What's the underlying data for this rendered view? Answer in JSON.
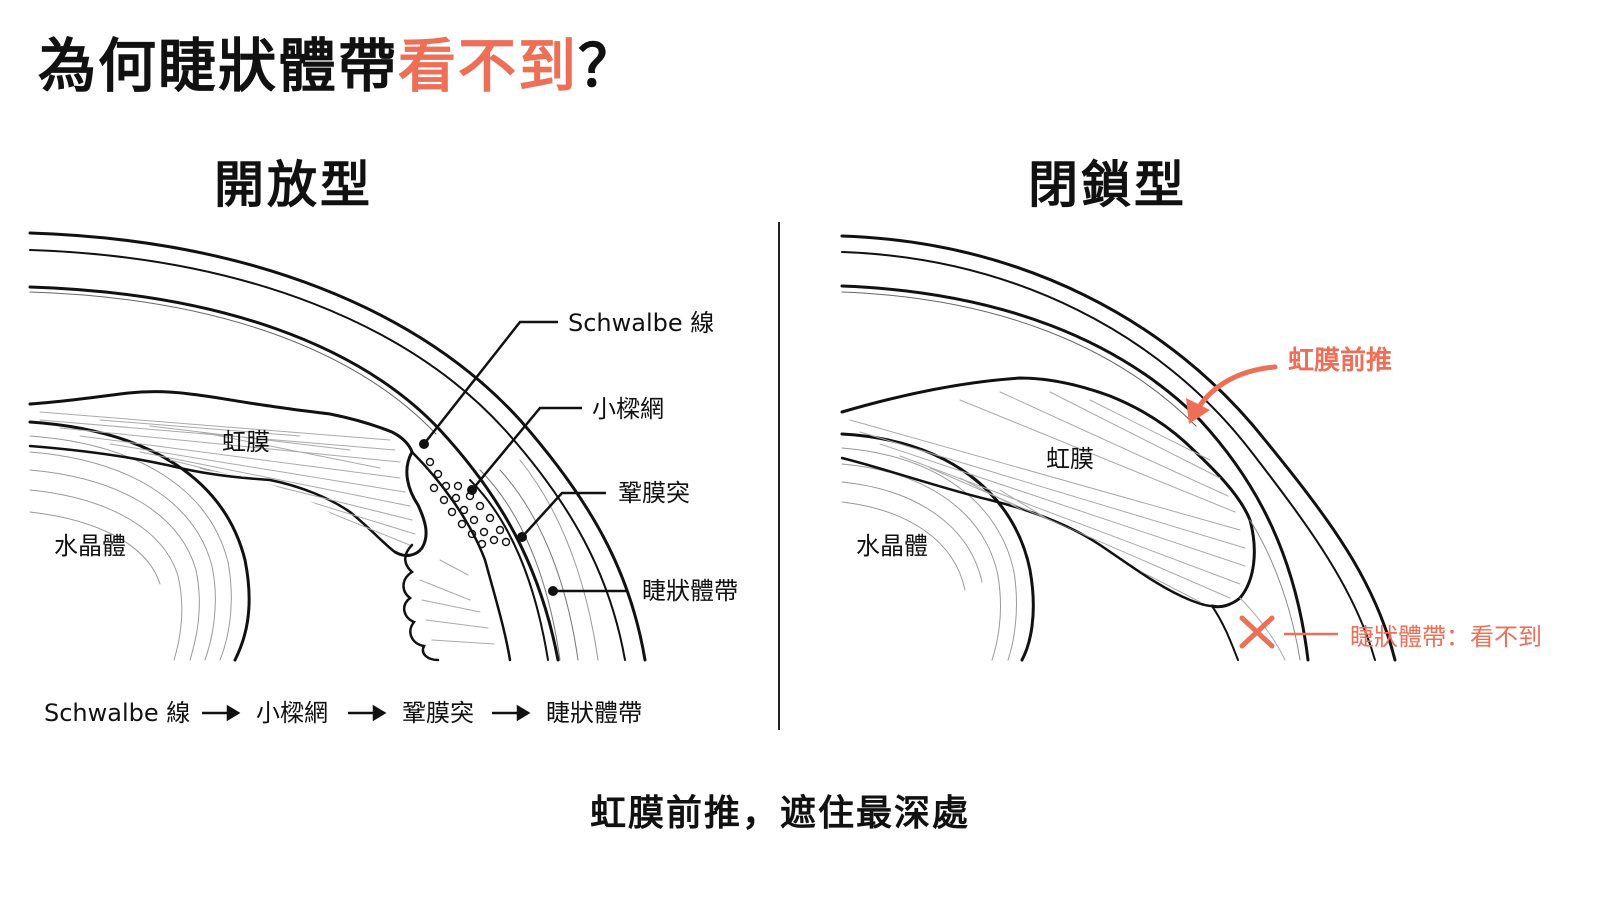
{
  "title": {
    "main": "為何睫狀體帶",
    "accent": "看不到",
    "tail": "？"
  },
  "accent_color": "#EE6F57",
  "panels": {
    "open": {
      "title": "開放型",
      "labels": {
        "iris": "虹膜",
        "lens": "水晶體",
        "schwalbe": "Schwalbe 線",
        "trabecular": "小樑網",
        "scleral_spur": "鞏膜突",
        "ciliary_band": "睫狀體帶"
      },
      "sequence": [
        "Schwalbe 線",
        "小樑網",
        "鞏膜突",
        "睫狀體帶"
      ]
    },
    "closed": {
      "title": "閉鎖型",
      "labels": {
        "iris": "虹膜",
        "lens": "水晶體",
        "iris_forward": "虹膜前推",
        "ciliary_hidden": "睫狀體帶：看不到"
      }
    }
  },
  "caption": "虹膜前推，遮住最深處"
}
